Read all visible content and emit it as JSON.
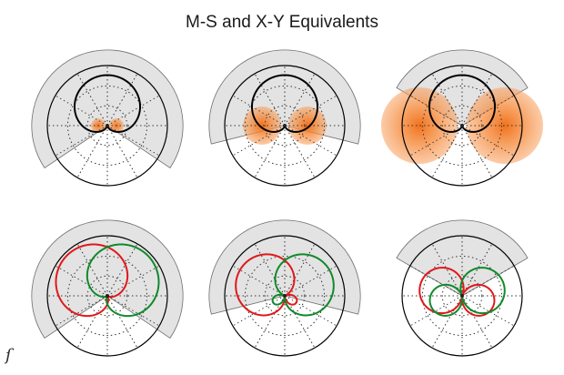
{
  "title": "M-S and X-Y Equivalents",
  "colors": {
    "wedge_fill": "#e3e3e3",
    "wedge_stroke": "#6e6e6e",
    "grid": "#333333",
    "outline": "#000000",
    "pattern_black": "#000000",
    "pattern_red": "#e0181b",
    "pattern_green": "#0f8a2a",
    "glow": "#f47a20"
  },
  "logo_mark": "ſ",
  "diagrams": [
    {
      "name": "ms-diagram-1",
      "glow": "small",
      "wedge": "wide",
      "patterns": [
        "black-cardioid"
      ]
    },
    {
      "name": "ms-diagram-2",
      "glow": "medium",
      "wedge": "medium",
      "patterns": [
        "black-cardioid"
      ]
    },
    {
      "name": "ms-diagram-3",
      "glow": "large",
      "wedge": "narrow",
      "patterns": [
        "black-cardioid"
      ]
    },
    {
      "name": "xy-diagram-1",
      "wedge": "wide",
      "patterns": [
        "red-cardioid",
        "green-cardioid"
      ]
    },
    {
      "name": "xy-diagram-2",
      "wedge": "medium",
      "patterns": [
        "red-supercardioid",
        "green-supercardioid"
      ]
    },
    {
      "name": "xy-diagram-3",
      "wedge": "narrow",
      "patterns": [
        "red-figure-eight",
        "green-figure-eight"
      ]
    }
  ]
}
